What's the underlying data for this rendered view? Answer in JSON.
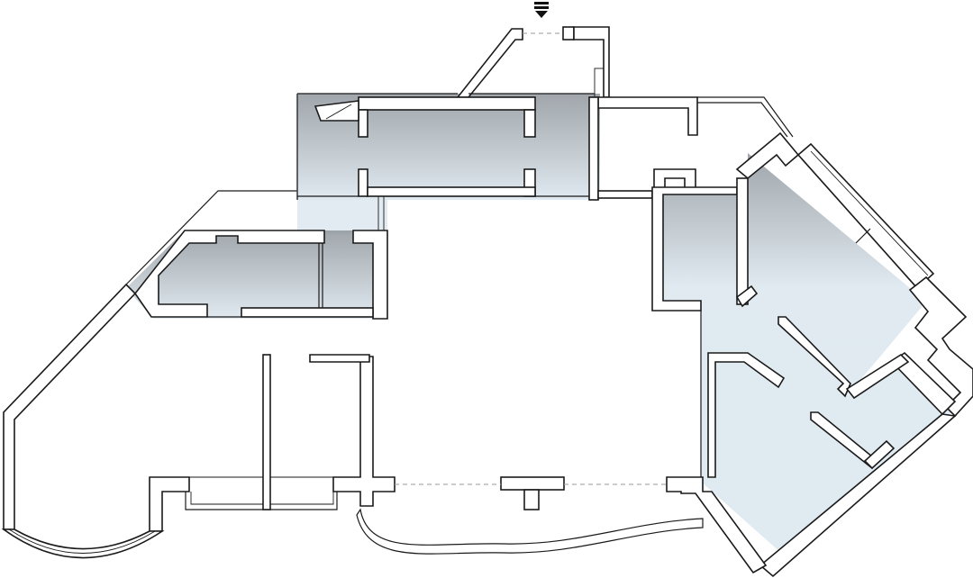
{
  "colors": {
    "background": "#ffffff",
    "wall_stroke": "#1a1a1a",
    "zone_top": "#8f969c",
    "zone_bottom": "#dbe6ee",
    "opening_dash": "#9a9a9a"
  },
  "icons": {
    "entrance_marker": "down-triangle-with-double-bar"
  },
  "zones": [
    {
      "id": "north-block"
    },
    {
      "id": "west-block"
    },
    {
      "id": "east-block-upper"
    },
    {
      "id": "east-block-lower"
    }
  ]
}
